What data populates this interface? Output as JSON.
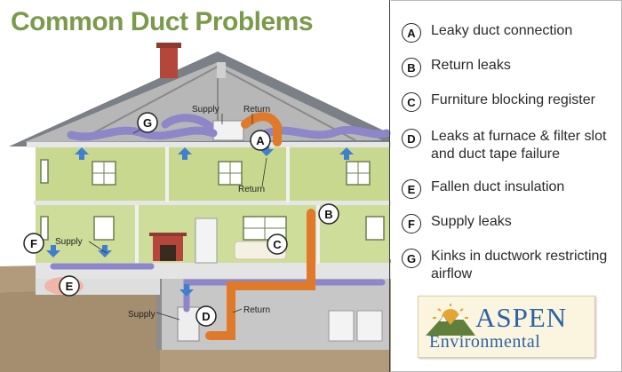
{
  "title": "Common Duct Problems",
  "diagram_labels": {
    "supply_top": "Supply",
    "return_top": "Return",
    "return_mid": "Return",
    "supply_left": "Supply",
    "supply_bottom": "Supply",
    "return_bottom": "Return"
  },
  "markers": [
    "A",
    "B",
    "C",
    "D",
    "E",
    "F",
    "G"
  ],
  "legend": [
    {
      "letter": "A",
      "text": "Leaky duct connection"
    },
    {
      "letter": "B",
      "text": "Return leaks"
    },
    {
      "letter": "C",
      "text": "Furniture blocking register"
    },
    {
      "letter": "D",
      "text": "Leaks at furnace & filter slot and duct tape failure"
    },
    {
      "letter": "E",
      "text": "Fallen duct insulation"
    },
    {
      "letter": "F",
      "text": "Supply leaks"
    },
    {
      "letter": "G",
      "text": "Kinks in ductwork restricting airflow"
    }
  ],
  "logo": {
    "name": "ASPEN",
    "subtitle": "Environmental"
  },
  "colors": {
    "title": "#7b9a4a",
    "supply_duct": "#8d86c9",
    "return_duct": "#e07a2a",
    "wall": "#c8d88f",
    "roof": "#7b7f86",
    "ground": "#b29a7c",
    "logo_text": "#2c63a8"
  }
}
